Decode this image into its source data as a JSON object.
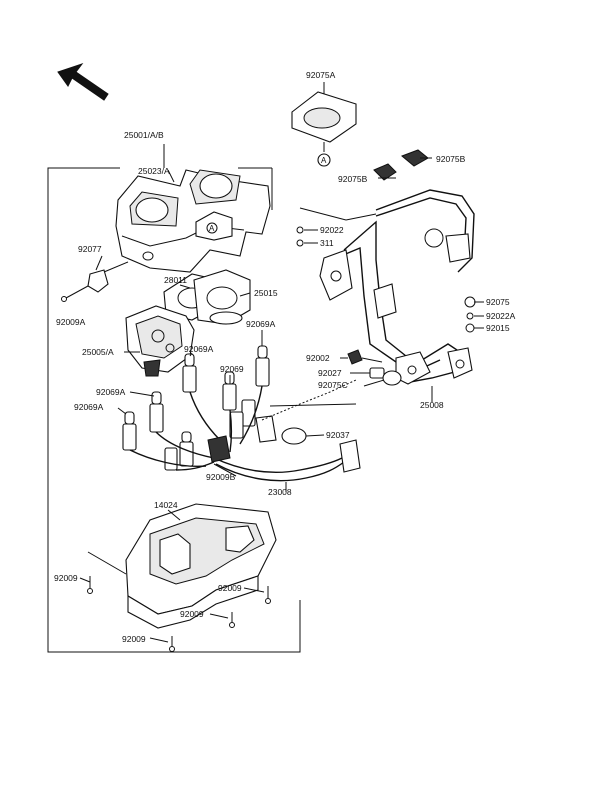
{
  "diagram": {
    "callout_labels": [
      "92075A",
      "25001/A/B",
      "25023/A",
      "92075B",
      "92075B",
      "92022",
      "311",
      "92077",
      "28011",
      "25015",
      "92009A",
      "92069A",
      "25005/A",
      "92069A",
      "92075",
      "92022A",
      "92015",
      "92002",
      "92027",
      "92069",
      "92075C",
      "92069A",
      "92069A",
      "25008",
      "92037",
      "92009B",
      "23008",
      "14024",
      "92009",
      "92009",
      "92009",
      "92009"
    ],
    "reference_marker": "A",
    "colors": {
      "ink": "#111111",
      "paper": "#ffffff"
    },
    "icons": {
      "view_direction": "direction-arrow-icon"
    }
  }
}
